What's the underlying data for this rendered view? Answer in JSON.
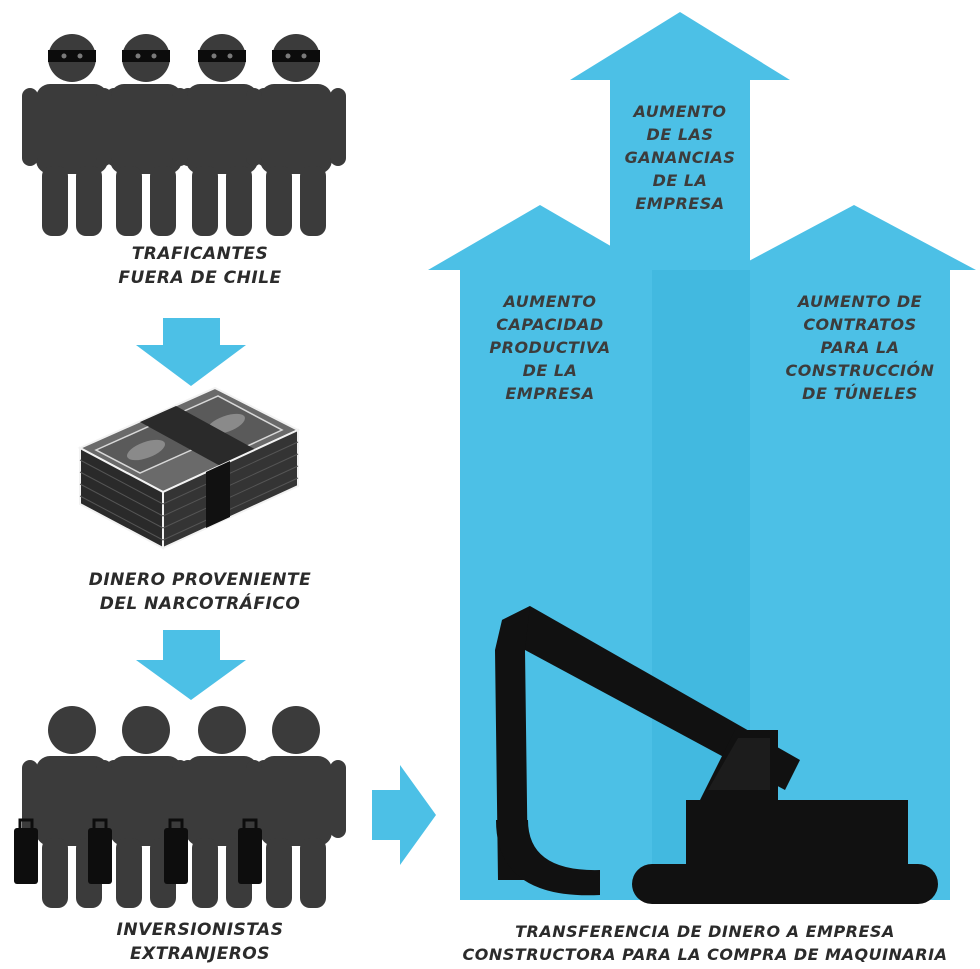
{
  "colors": {
    "arrow_blue": "#4cc0e6",
    "arrow_blue_dark": "#3ab2db",
    "figure_dark": "#3b3b3b",
    "machine_black": "#111111",
    "text_dark": "#2b2b2b"
  },
  "icons": {
    "traffickers": "masked-person-icon",
    "money": "cash-bundle-icon",
    "investors": "person-with-briefcase-icon",
    "machine": "excavator-icon"
  },
  "labels": {
    "traficantes": "TRAFICANTES\nFUERA DE CHILE",
    "dinero": "DINERO PROVENIENTE\nDEL NARCOTRÁFICO",
    "inversionistas": "INVERSIONISTAS\nEXTRANJEROS",
    "ganancias": "AUMENTO\nDE LAS\nGANANCIAS\nDE LA\nEMPRESA",
    "capacidad": "AUMENTO\nCAPACIDAD\nPRODUCTIVA\nDE LA\nEMPRESA",
    "contratos": "AUMENTO DE\nCONTRATOS\nPARA LA\nCONSTRUCCIÓN\nDE TÚNELES",
    "transferencia": "TRANSFERENCIA DE DINERO A EMPRESA\nCONSTRUCTORA PARA LA COMPRA DE MAQUINARIA"
  },
  "diagram": {
    "trafficker_count": 4,
    "investor_count": 4
  }
}
